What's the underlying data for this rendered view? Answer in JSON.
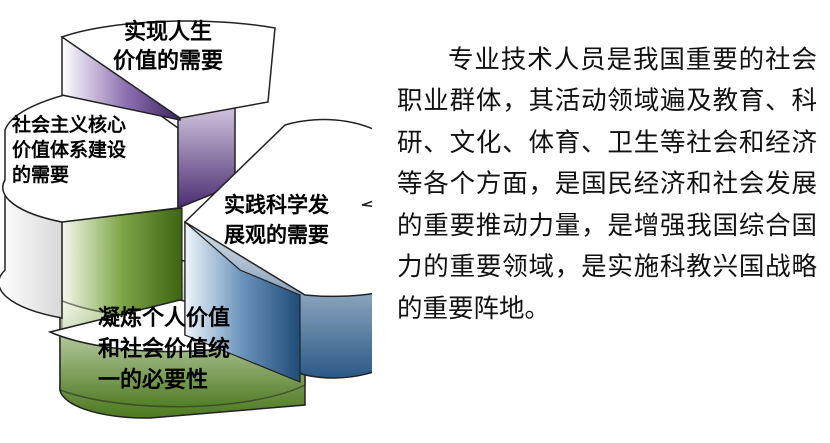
{
  "diagram": {
    "segments": [
      {
        "lines": [
          "实现人生",
          "价值的需要"
        ],
        "accent": "#5c3e80"
      },
      {
        "lines": [
          "社会主义核心",
          "价值体系建设",
          "的需要"
        ],
        "accent": "#ffffff"
      },
      {
        "lines": [
          "实践科学发",
          "展观的需要"
        ],
        "accent": "#2e5e8a"
      },
      {
        "lines": [
          "凝炼个人价值",
          "和社会价值统",
          "一的必要性"
        ],
        "accent": "#4f7a22"
      }
    ]
  },
  "text": {
    "paragraph": "专业技术人员是我国重要的社会职业群体，其活动领域遍及教育、科研、文化、体育、卫生等社会和经济等各个方面，是国民经济和社会发展的重要推动力量，是增强我国综合国力的重要领域，是实施科教兴国战略的重要阵地。"
  }
}
